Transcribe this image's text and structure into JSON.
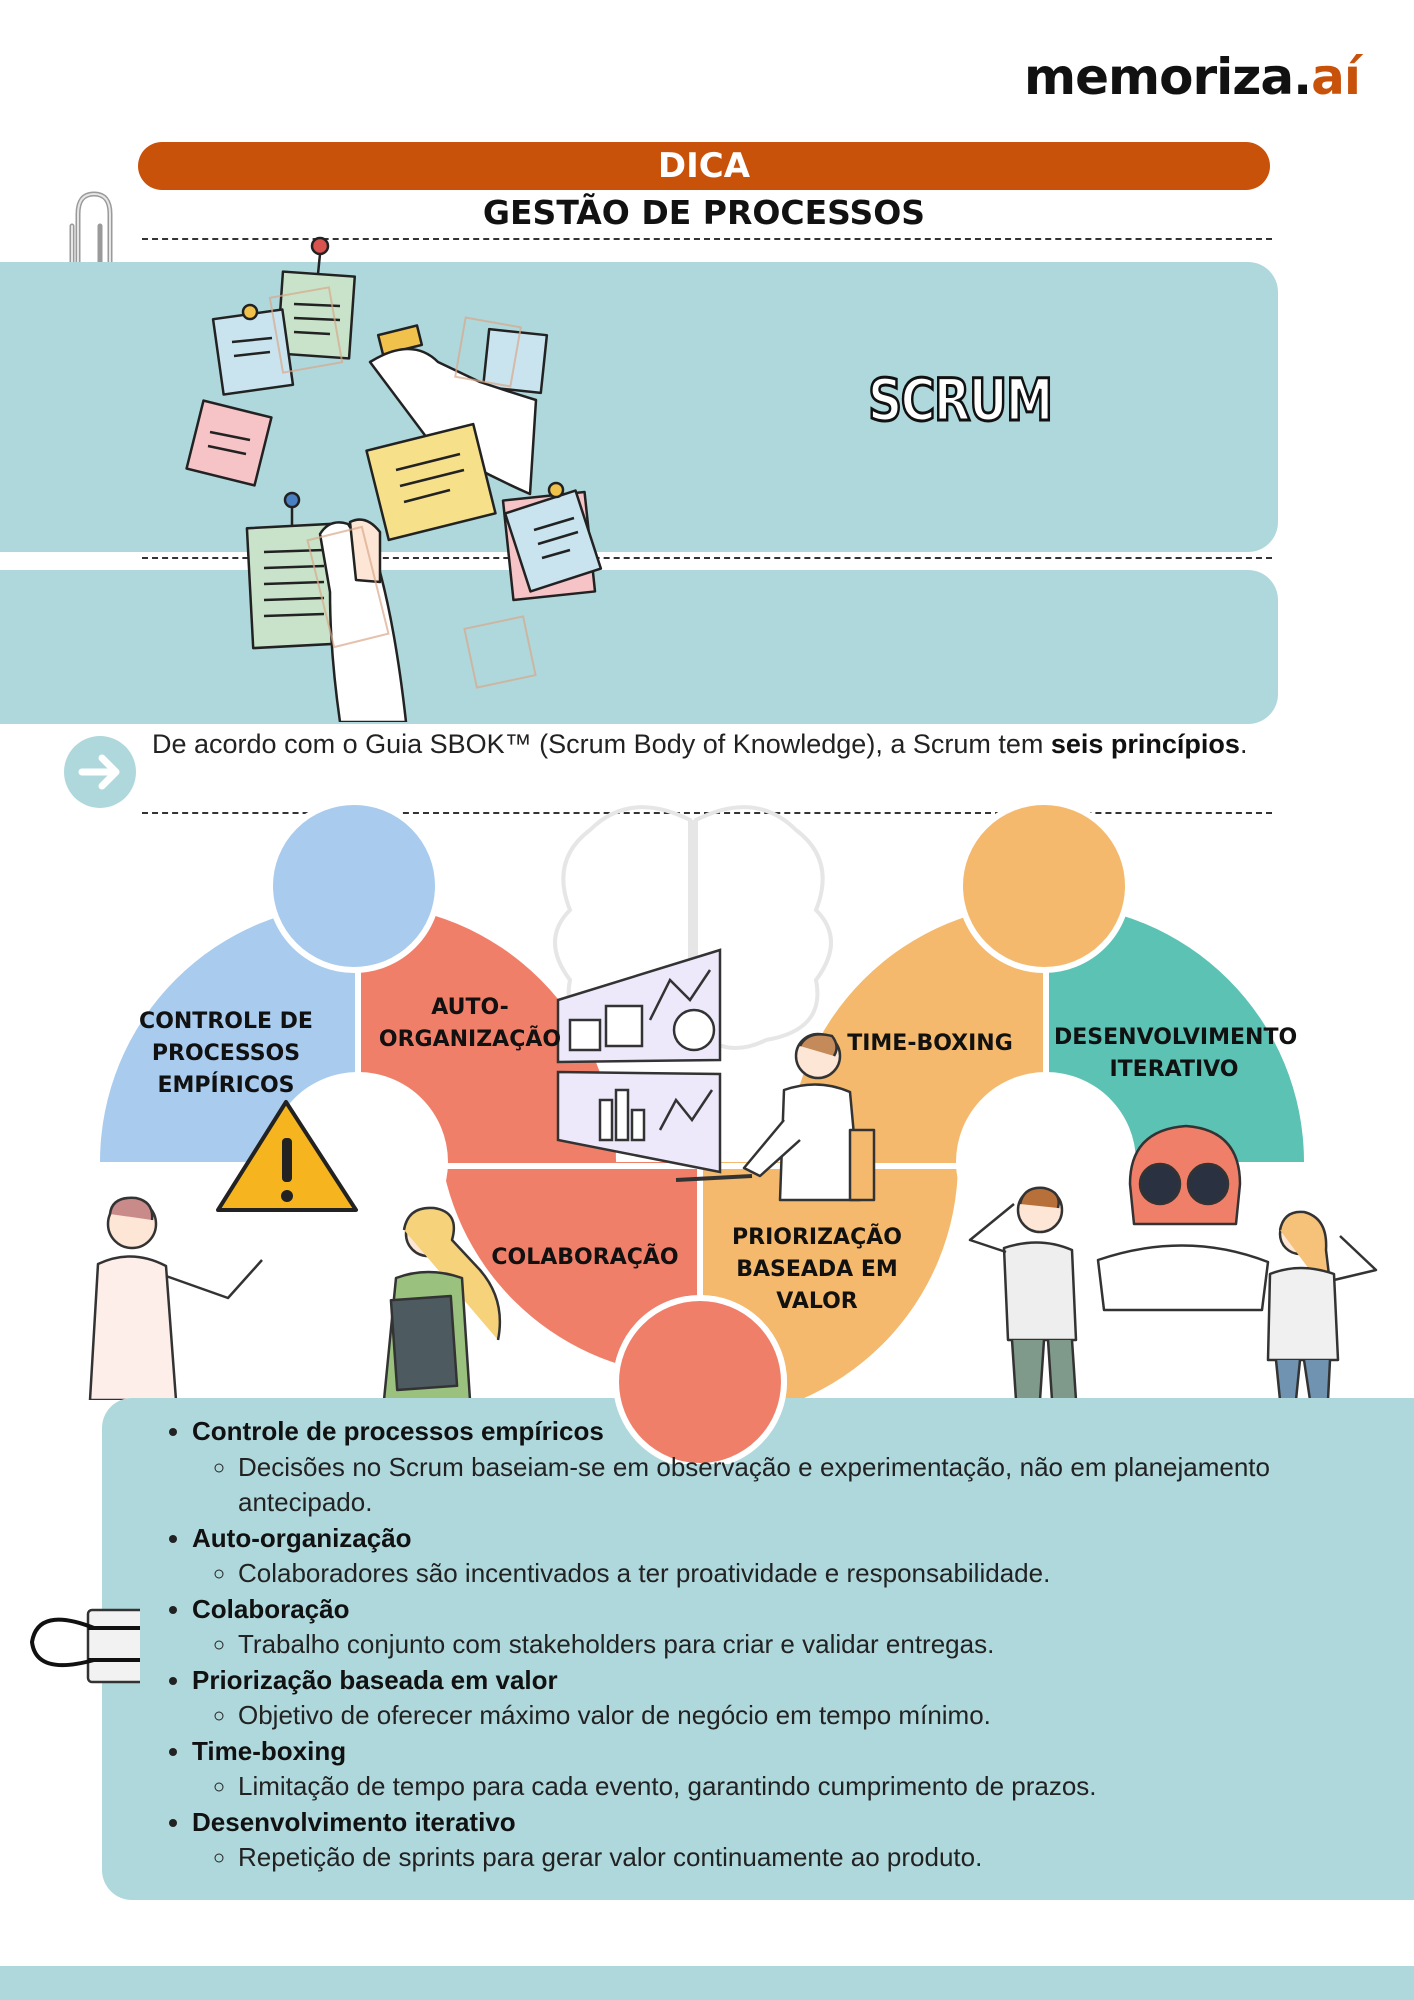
{
  "brand": {
    "name": "memoriza.",
    "accent": "aí"
  },
  "header": {
    "tag": "DICA",
    "subject": "GESTÃO DE PROCESSOS"
  },
  "topic": "SCRUM",
  "intro": {
    "text": "De acordo com o Guia SBOK™ (Scrum Body of Knowledge), a Scrum tem ",
    "bold": "seis princípios",
    "end": "."
  },
  "diagram": {
    "segments": [
      {
        "label_lines": [
          "CONTROLE DE",
          "PROCESSOS",
          "EMPÍRICOS"
        ],
        "color": "#a8cbee"
      },
      {
        "label_lines": [
          "AUTO-",
          "ORGANIZAÇÃO"
        ],
        "color": "#f07f6a"
      },
      {
        "label_lines": [
          "COLABORAÇÃO"
        ],
        "color": "#f07f6a"
      },
      {
        "label_lines": [
          "PRIORIZAÇÃO",
          "BASEADA EM",
          "VALOR"
        ],
        "color": "#f4b96c"
      },
      {
        "label_lines": [
          "TIME-BOXING"
        ],
        "color": "#f4b96c"
      },
      {
        "label_lines": [
          "DESENVOLVIMENTO",
          "ITERATIVO"
        ],
        "color": "#5cc2b4"
      }
    ]
  },
  "principles": [
    {
      "title": "Controle de processos empíricos",
      "detail": "Decisões no Scrum baseiam-se em observação e experimentação, não em planejamento antecipado."
    },
    {
      "title": "Auto-organização",
      "detail": "Colaboradores são incentivados a ter proatividade e responsabilidade."
    },
    {
      "title": "Colaboração",
      "detail": "Trabalho conjunto com stakeholders para criar e validar entregas."
    },
    {
      "title": "Priorização baseada em valor",
      "detail": "Objetivo de oferecer máximo valor de negócio em tempo mínimo."
    },
    {
      "title": "Time-boxing",
      "detail": "Limitação de tempo para cada evento, garantindo cumprimento de prazos."
    },
    {
      "title": "Desenvolvimento iterativo",
      "detail": "Repetição de sprints para gerar valor continuamente ao produto."
    }
  ],
  "colors": {
    "accent": "#c9520a",
    "teal_panel": "#afd8dc",
    "blue": "#a8cbee",
    "coral": "#f07f6a",
    "orange": "#f4b96c",
    "green": "#5cc2b4"
  }
}
